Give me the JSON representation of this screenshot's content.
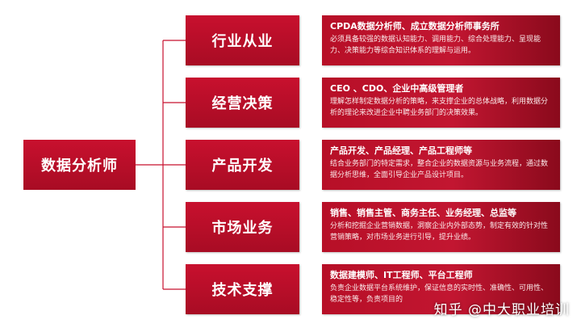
{
  "root": {
    "label": "数据分析师"
  },
  "branches": [
    {
      "label": "行业从业",
      "title": "CPDA数据分析师、成立数据分析师事务所",
      "text": "必须具备较强的数据认知能力、调用能力、综合处理能力、呈现能力、决策能力等综合知识体系的理解与运用。"
    },
    {
      "label": "经营决策",
      "title": "CEO 、CDO、企业中高级管理者",
      "text": "理解怎样制定数据分析的策略，来支撑企业的总体战略，利用数据分析的理论来改进企业中聘业务部门的决策效果。"
    },
    {
      "label": "产品开发",
      "title": "产品开发、产品经理、产品工程师等",
      "text": "结合业务部门的特定需求，整合企业的数据资源与业务流程，通过数据分析思维，全面引导企业产品设计项目。"
    },
    {
      "label": "市场业务",
      "title": "销售、销售主管、商务主任、业务经理、总监等",
      "text": "分析和挖掘企业营销数据，洞察企业内外部态势，制定有效的针对性营销策略，对市场业务进行引导，提升业绩。"
    },
    {
      "label": "技术支撑",
      "title": "数据建模师、IT工程师、平台工程师",
      "text": "负责企业数据平台系统维护，保证信息的实时性、准确性、可用性、稳定性等，负责项目的"
    }
  ],
  "watermark": "知乎 @中大职业培训",
  "colors": {
    "accent": "#c8102e",
    "connector": "#c8102e"
  }
}
